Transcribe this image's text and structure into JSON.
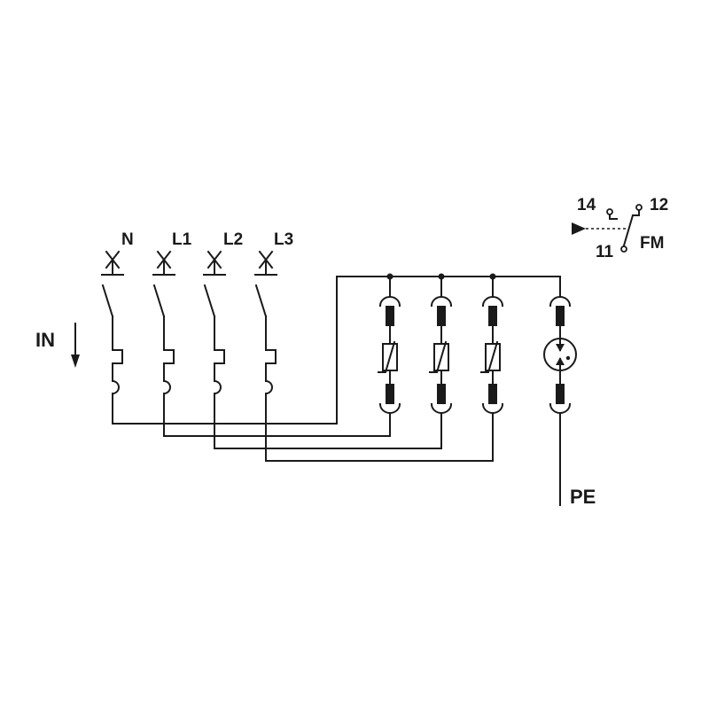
{
  "labels": {
    "n": "N",
    "l1": "L1",
    "l2": "L2",
    "l3": "L3",
    "in": "IN",
    "pe": "PE",
    "contact_14": "14",
    "contact_12": "12",
    "contact_11": "11",
    "fm": "FM"
  }
}
